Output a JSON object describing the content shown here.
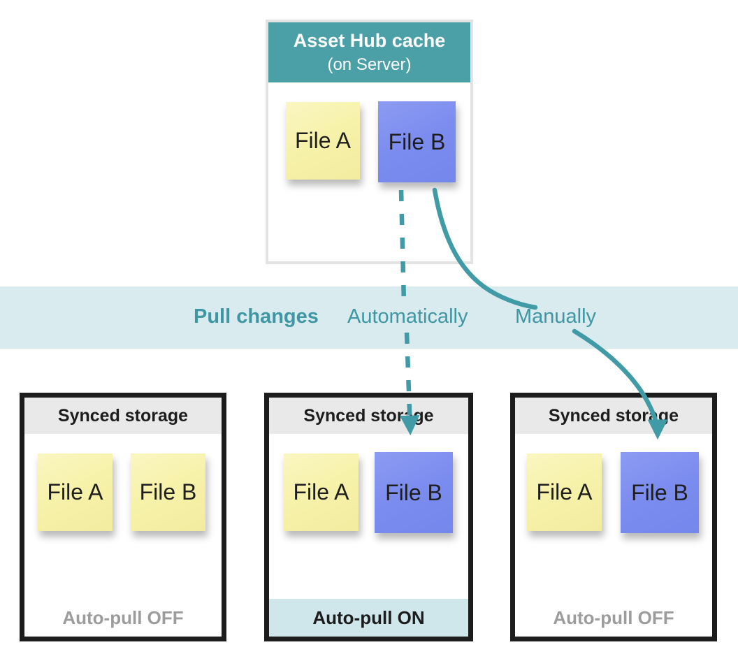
{
  "palette": {
    "teal_header": "#4aa0a6",
    "teal_text": "#3e97a3",
    "arrow_teal": "#409ba6",
    "band_background": "#d9ebee",
    "note_yellow": "#f7f2aa",
    "note_blue": "#7b8cef",
    "storage_header_gray": "#e9e9e9",
    "storage_border": "#1c1c1c",
    "footer_off_gray": "#9c9c9c",
    "footer_on_band": "#cfe6ea"
  },
  "hub": {
    "title": "Asset Hub cache",
    "subtitle": "(on Server)",
    "files": [
      {
        "label": "File A",
        "color": "yellow"
      },
      {
        "label": "File B",
        "color": "blue"
      }
    ]
  },
  "band": {
    "title": "Pull changes",
    "options": [
      {
        "label": "Automatically",
        "arrow_style": "dashed"
      },
      {
        "label": "Manually",
        "arrow_style": "solid"
      }
    ]
  },
  "storages": [
    {
      "title": "Synced storage",
      "files": [
        {
          "label": "File A",
          "color": "yellow"
        },
        {
          "label": "File B",
          "color": "yellow"
        }
      ],
      "footer": "Auto-pull OFF",
      "footer_state": "off"
    },
    {
      "title": "Synced storage",
      "files": [
        {
          "label": "File A",
          "color": "yellow"
        },
        {
          "label": "File B",
          "color": "blue"
        }
      ],
      "footer": "Auto-pull ON",
      "footer_state": "on"
    },
    {
      "title": "Synced storage",
      "files": [
        {
          "label": "File A",
          "color": "yellow"
        },
        {
          "label": "File B",
          "color": "blue"
        }
      ],
      "footer": "Auto-pull OFF",
      "footer_state": "off"
    }
  ]
}
